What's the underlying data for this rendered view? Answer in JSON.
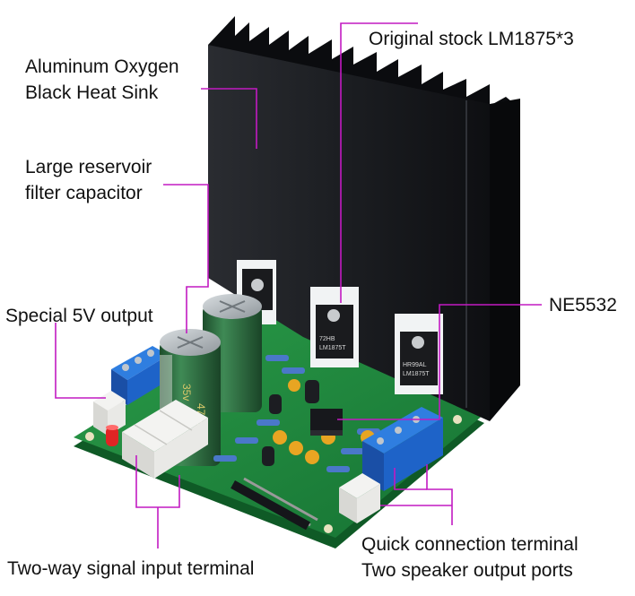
{
  "annotations": {
    "heatsink": [
      "Aluminum Oxygen",
      "Black Heat Sink"
    ],
    "capacitor": [
      "Large reservoir",
      "filter capacitor"
    ],
    "output_5v": "Special 5V output",
    "input_terminal": "Two-way signal input terminal",
    "chip": "Original stock LM1875*3",
    "opamp": "NE5532",
    "speaker_terminal": [
      "Quick connection terminal",
      "Two speaker output ports"
    ]
  },
  "component_markings": {
    "chip_code_1": "72HB",
    "chip_code_2": "HR99AL",
    "chip_part": "LM1875T",
    "capacitor_rating": "35v",
    "capacitor_value": "4700uF"
  },
  "colors": {
    "callout_line": "#c21ac2",
    "pcb_green": "#1f8a3a",
    "heatsink": "#15171b",
    "terminal_blue": "#1e63c8",
    "capacitor_green": "#2c6b3f"
  }
}
